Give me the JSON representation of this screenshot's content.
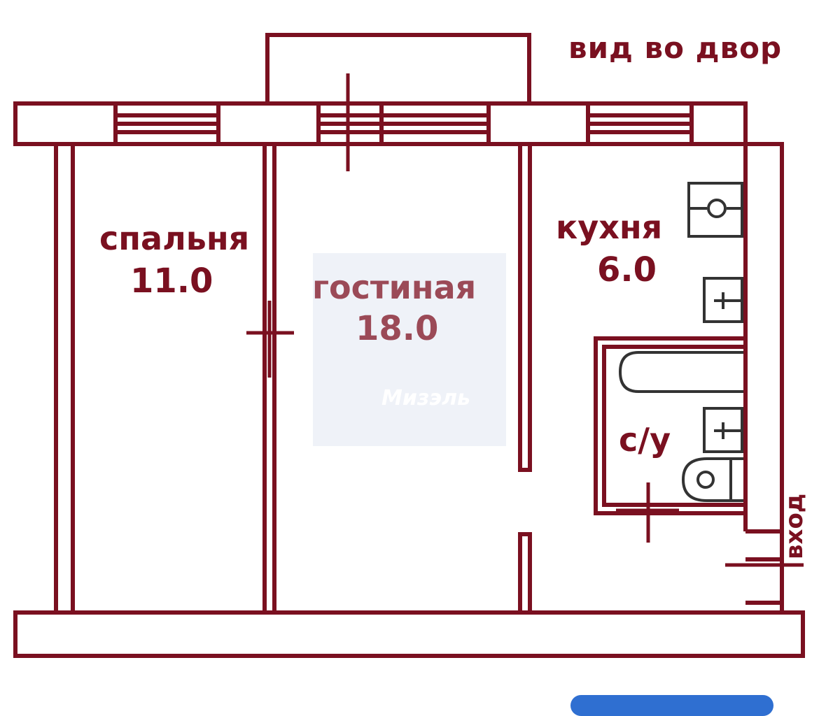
{
  "plan": {
    "view_label": "вид  во двор",
    "entry_label": "вход",
    "wall_color": "#7a1020",
    "rooms": [
      {
        "id": "bedroom",
        "name": "спальня",
        "area": "11.0"
      },
      {
        "id": "living",
        "name": "гостиная",
        "area": "18.0"
      },
      {
        "id": "kitchen",
        "name": "кухня",
        "area": "6.0"
      },
      {
        "id": "bathroom",
        "name": "с/у"
      }
    ],
    "watermark": "Мизэль"
  }
}
